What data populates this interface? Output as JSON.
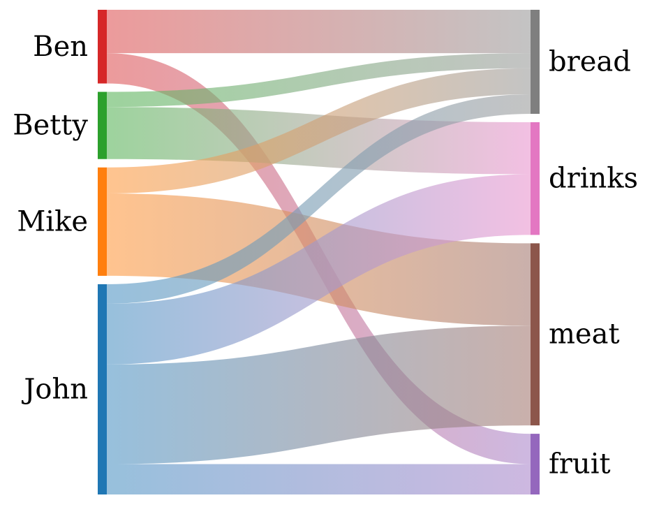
{
  "chart_data": {
    "type": "sankey",
    "sources": [
      {
        "name": "Ben",
        "color": "#d62728"
      },
      {
        "name": "Betty",
        "color": "#2ca02c"
      },
      {
        "name": "Mike",
        "color": "#ff7f0e"
      },
      {
        "name": "John",
        "color": "#1f77b4"
      }
    ],
    "targets": [
      {
        "name": "bread",
        "color": "#7f7f7f"
      },
      {
        "name": "drinks",
        "color": "#e377c2"
      },
      {
        "name": "meat",
        "color": "#8c564b"
      },
      {
        "name": "fruit",
        "color": "#9467bd"
      }
    ],
    "flows": [
      {
        "source": "Ben",
        "target": "bread",
        "value": 1.0
      },
      {
        "source": "Ben",
        "target": "fruit",
        "value": 0.7
      },
      {
        "source": "Betty",
        "target": "bread",
        "value": 0.35
      },
      {
        "source": "Betty",
        "target": "drinks",
        "value": 1.2
      },
      {
        "source": "Mike",
        "target": "bread",
        "value": 0.6
      },
      {
        "source": "Mike",
        "target": "meat",
        "value": 1.9
      },
      {
        "source": "John",
        "target": "bread",
        "value": 0.45
      },
      {
        "source": "John",
        "target": "drinks",
        "value": 1.4
      },
      {
        "source": "John",
        "target": "meat",
        "value": 2.3
      },
      {
        "source": "John",
        "target": "fruit",
        "value": 0.7
      }
    ]
  }
}
